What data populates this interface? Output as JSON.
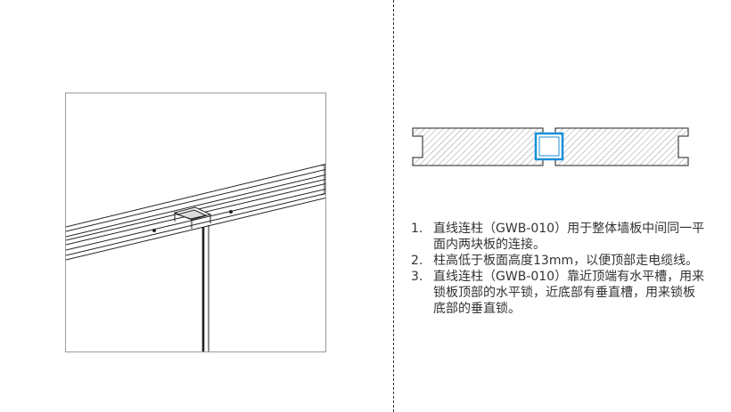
{
  "colors": {
    "line": "#222222",
    "frame": "#9a9a9a",
    "hatch": "#9a9a9a",
    "accent": "#1a8fd6",
    "text": "#333333"
  },
  "notes": [
    {
      "num": "1.",
      "text": "直线连柱（GWB-010）用于整体墙板中间同一平面内两块板的连接。"
    },
    {
      "num": "2.",
      "text": "柱高低于板面高度13mm，以便顶部走电缆线。"
    },
    {
      "num": "3.",
      "text": "直线连柱（GWB-010）靠近顶端有水平槽，用来锁板顶部的水平锁，近底部有垂直槽，用来锁板底部的垂直锁。"
    }
  ]
}
